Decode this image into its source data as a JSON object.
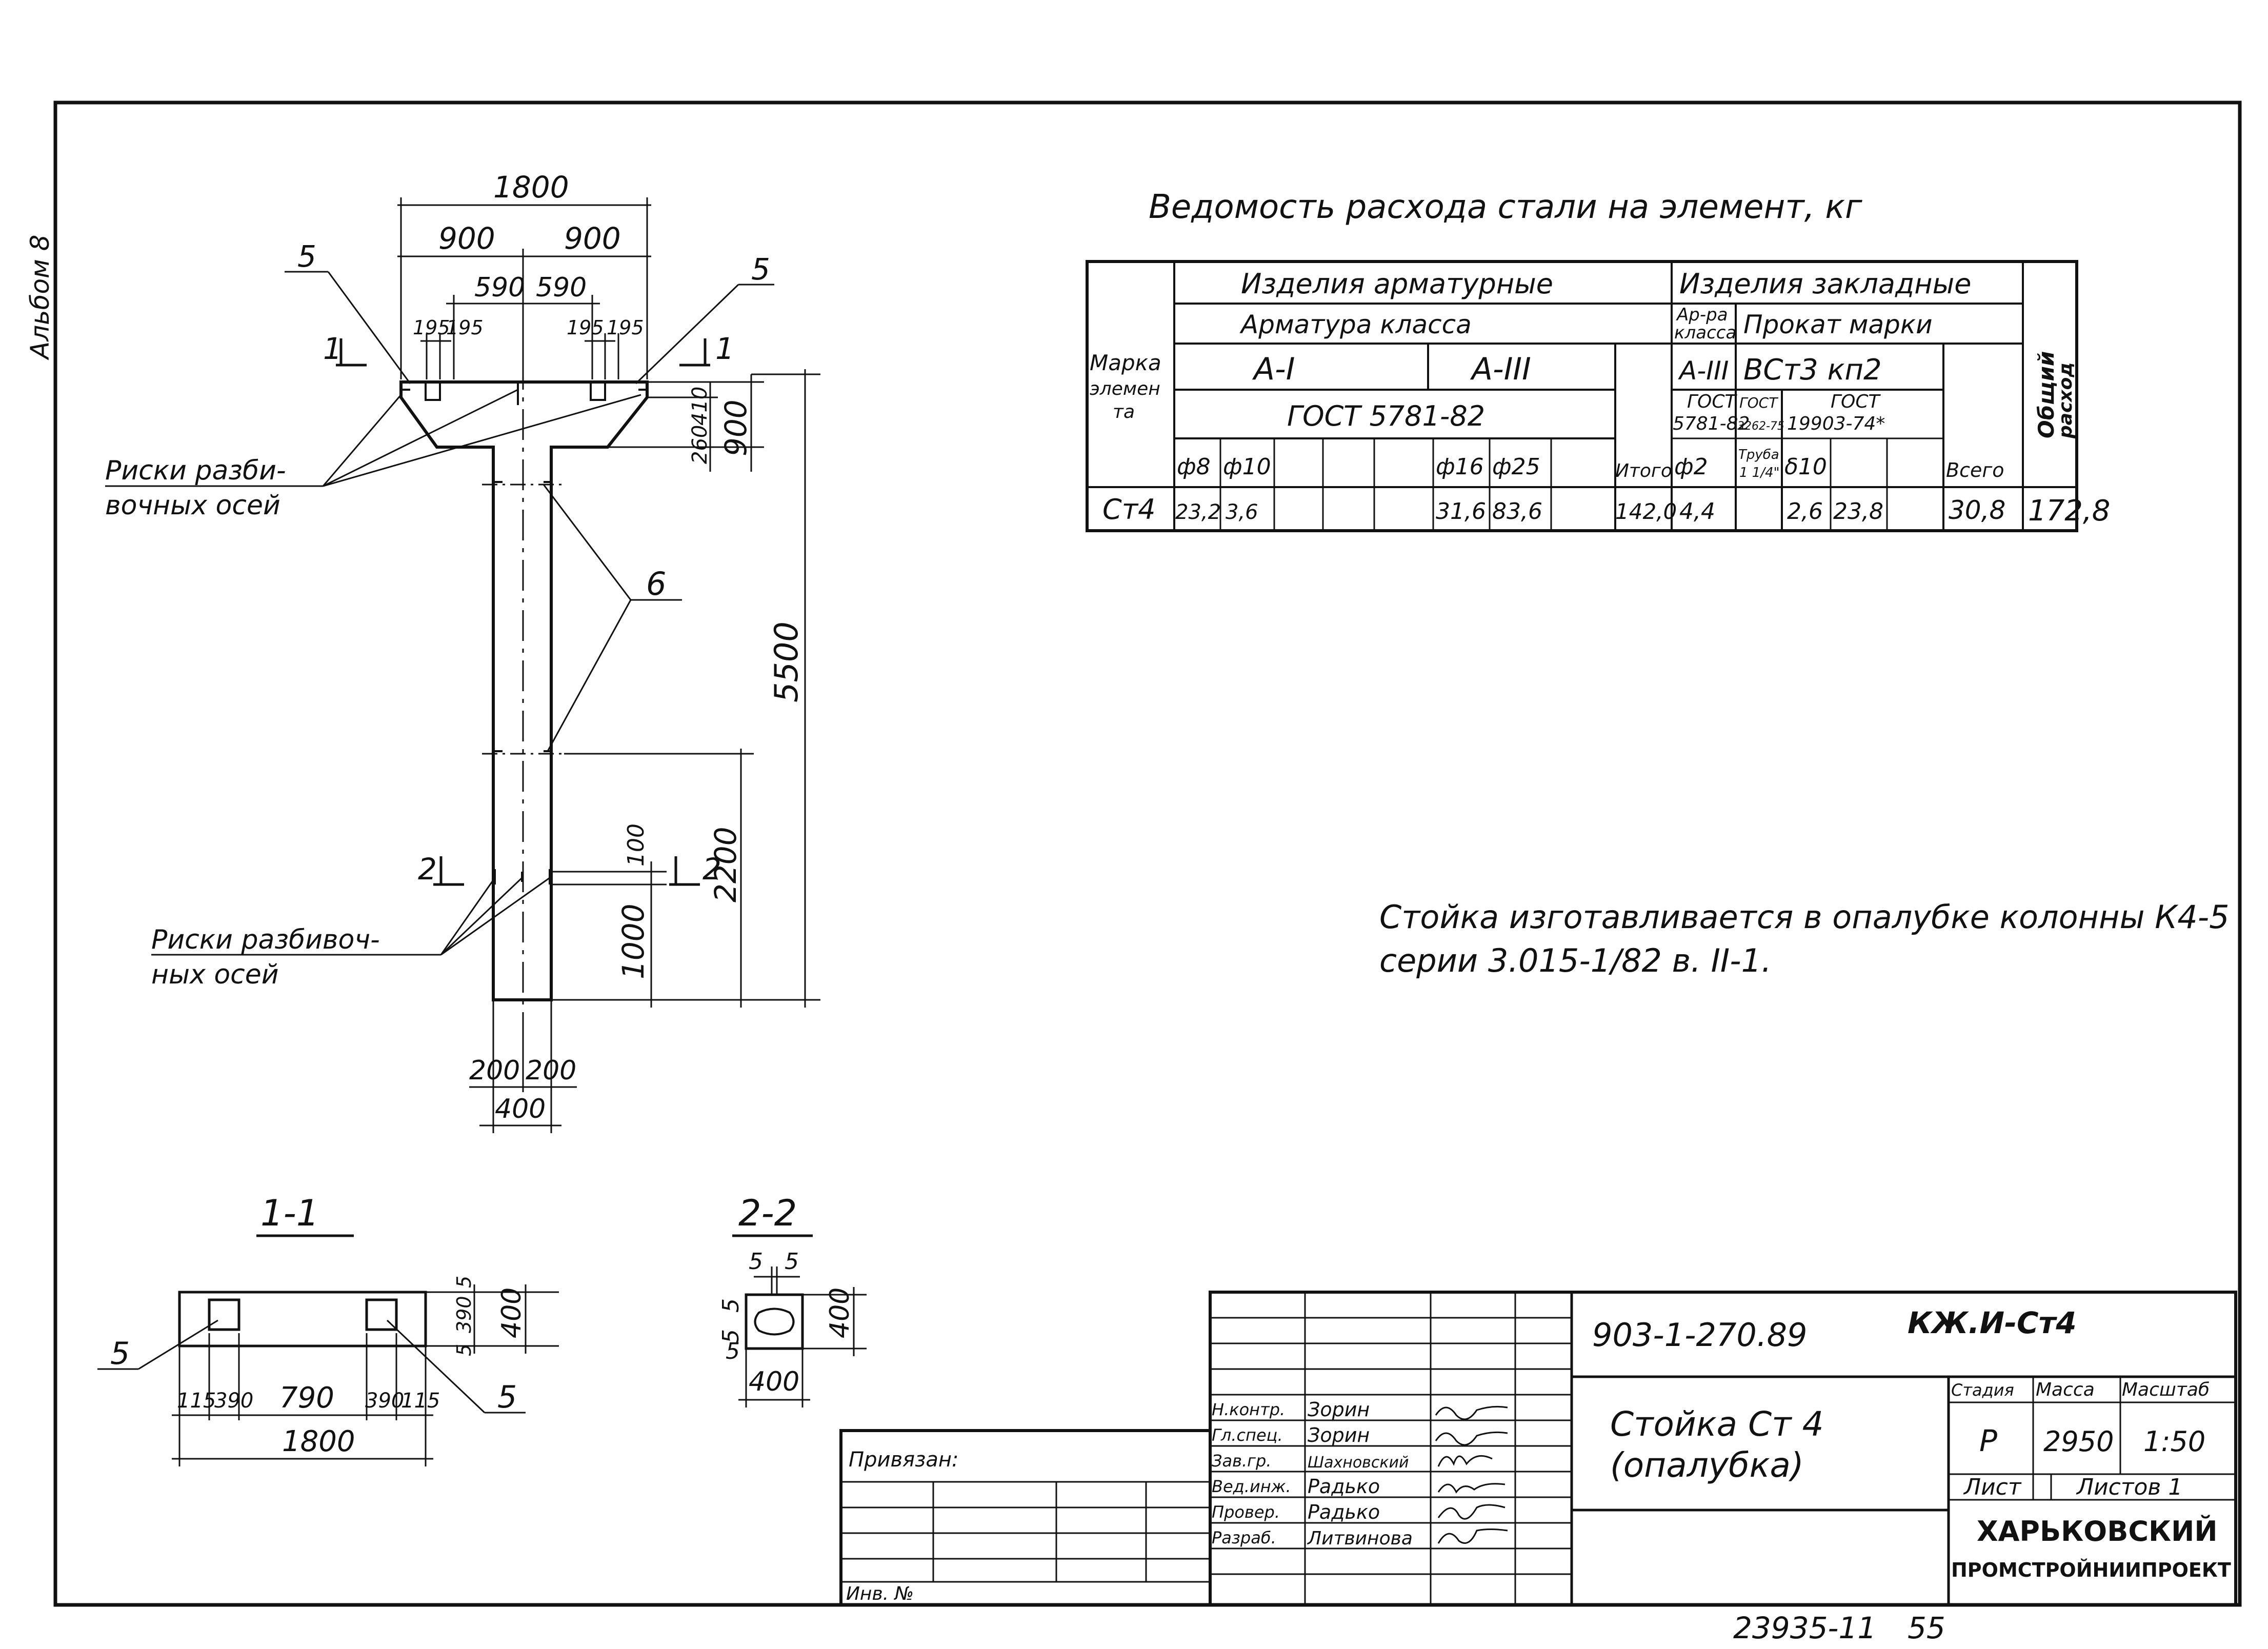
{
  "album_label": "Альбом 8",
  "table": {
    "title": "Ведомость расхода стали на элемент, кг",
    "h_armatura": "Изделия арматурные",
    "h_zakladnye": "Изделия закладные",
    "h_armatura_klassa": "Арматура класса",
    "h_ar_ra_klassa_1": "Ар-ра",
    "h_ar_ra_klassa_2": "класса",
    "h_prokat": "Прокат марки",
    "h_marka_1": "Марка",
    "h_marka_2": "элемен",
    "h_marka_3": "та",
    "h_obshiy_1": "Общий",
    "h_obshiy_2": "расход",
    "cls_a1": "А-I",
    "cls_a3": "А-III",
    "cls_a3b": "А-III",
    "cls_vst": "ВСт3 кп2",
    "gost_1": "ГОСТ 5781-82",
    "gost_2_1": "ГОСТ",
    "gost_2_2": "5781-82",
    "gost_3_1": "ГОСТ",
    "gost_3_2": "3262-75",
    "gost_4_1": "ГОСТ",
    "gost_4_2": "19903-74*",
    "d8": "ф8",
    "d10": "ф10",
    "d16": "ф16",
    "d25": "ф25",
    "itogo": "Итого",
    "d2": "ф2",
    "truba_1": "Труба",
    "truba_2": "1 1/4\"",
    "delta10": "δ10",
    "vsego": "Всего",
    "row": {
      "mark": "Ст4",
      "v8": "23,2",
      "v10": "3,6",
      "v16": "31,6",
      "v25": "83,6",
      "itogo": "142,0",
      "v2": "4,4",
      "truba": "2,6",
      "delta10": "23,8",
      "vsego": "30,8",
      "total": "172,8"
    }
  },
  "note_line1": "Стойка изготавливается в опалубке колонны К4-5",
  "note_line2": "серии 3.015-1/82 в. II-1.",
  "drawing": {
    "dim_1800": "1800",
    "dim_900a": "900",
    "dim_900b": "900",
    "dim_590a": "590",
    "dim_590b": "590",
    "dim_195a": "195",
    "dim_195b": "195",
    "dim_195c": "195",
    "dim_195d": "195",
    "dim_410": "410",
    "dim_260": "260",
    "dim_900v": "900",
    "dim_5500": "5500",
    "dim_2200": "2200",
    "dim_100": "100",
    "dim_1000": "1000",
    "dim_200a": "200",
    "dim_200b": "200",
    "dim_400": "400",
    "pos5a": "5",
    "pos5b": "5",
    "pos6": "6",
    "cut1a": "1",
    "cut1b": "1",
    "cut2a": "2",
    "cut2b": "2",
    "riski1_1": "Риски разби-",
    "riski1_2": "вочных осей",
    "riski2_1": "Риски разбивоч-",
    "riski2_2": "ных осей"
  },
  "section11": {
    "title": "1-1",
    "d115a": "115",
    "d390a": "390",
    "d790": "790",
    "d390b": "390",
    "d115b": "115",
    "d1800": "1800",
    "d5a": "5",
    "d390v": "390",
    "d5b": "5",
    "d400": "400",
    "pos5a": "5",
    "pos5b": "5"
  },
  "section22": {
    "title": "2-2",
    "d5a": "5",
    "d5b": "5",
    "d5c": "5",
    "d5d": "5",
    "d5e": "5",
    "d400v": "400",
    "d400h": "400"
  },
  "stamp": {
    "doc_code": "903-1-270.89",
    "sheet_code": "КЖ.И-Ст4",
    "title_1": "Стойка Ст 4",
    "title_2": "(опалубка)",
    "stadia_h": "Стадия",
    "massa_h": "Масса",
    "masshtab_h": "Масштаб",
    "stadia": "Р",
    "massa": "2950",
    "masshtab": "1:50",
    "list": "Лист",
    "listov": "Листов 1",
    "org_1": "ХАРЬКОВСКИЙ",
    "org_2": "ПРОМСТРОЙНИИПРОЕКТ",
    "privyazan": "Привязан:",
    "inv": "Инв. №",
    "roles": [
      {
        "role": "Н.контр.",
        "name": "Зорин"
      },
      {
        "role": "Гл.спец.",
        "name": "Зорин"
      },
      {
        "role": "Зав.гр.",
        "name": "Шахновский"
      },
      {
        "role": "Вед.инж.",
        "name": "Радько"
      },
      {
        "role": "Провер.",
        "name": "Радько"
      },
      {
        "role": "Разраб.",
        "name": "Литвинова"
      }
    ]
  },
  "footer_1": "23935-11",
  "footer_2": "55"
}
